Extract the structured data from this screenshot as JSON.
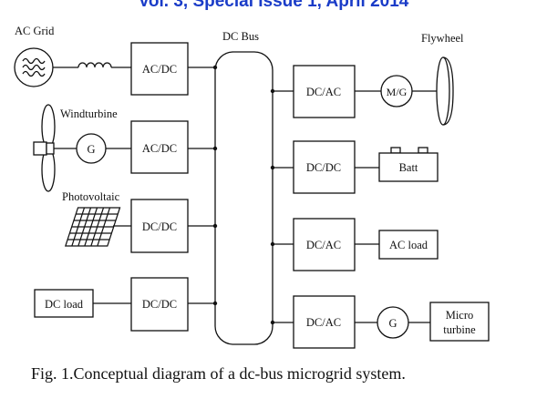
{
  "header": {
    "text": "Vol. 3, Special Issue 1, April 2014"
  },
  "diagram": {
    "bus_label": "DC Bus",
    "sources": {
      "ac_grid": {
        "label": "AC Grid",
        "converter": "AC/DC"
      },
      "windturbine": {
        "label": "Windturbine",
        "generator": "G",
        "converter": "AC/DC"
      },
      "photovoltaic": {
        "label": "Photovoltaic",
        "converter": "DC/DC"
      },
      "dc_load": {
        "label": "DC load",
        "converter": "DC/DC"
      }
    },
    "outputs": {
      "flywheel": {
        "label": "Flywheel",
        "machine": "M/G",
        "converter": "DC/AC"
      },
      "battery": {
        "label": "Batt",
        "converter": "DC/DC"
      },
      "ac_load": {
        "label": "AC load",
        "converter": "DC/AC"
      },
      "micro_turbine": {
        "label_line1": "Micro",
        "label_line2": "turbine",
        "generator": "G",
        "converter": "DC/AC"
      }
    }
  },
  "caption": "Fig. 1.Conceptual diagram of a dc-bus microgrid system."
}
